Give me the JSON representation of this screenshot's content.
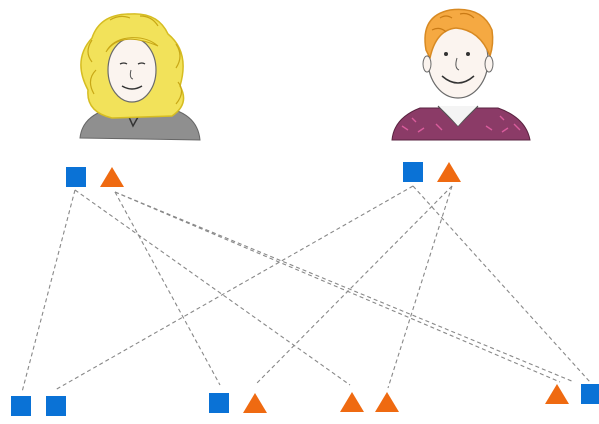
{
  "figure": {
    "parents": [
      {
        "id": "mother",
        "portrait": "woman-curly-blond-hair",
        "alleles": [
          "square",
          "triangle"
        ]
      },
      {
        "id": "father",
        "portrait": "man-short-hair-sweater",
        "alleles": [
          "square",
          "triangle"
        ]
      }
    ],
    "offspring": [
      {
        "id": "child-1",
        "alleles": [
          "square",
          "square"
        ]
      },
      {
        "id": "child-2",
        "alleles": [
          "square",
          "triangle"
        ]
      },
      {
        "id": "child-3",
        "alleles": [
          "triangle",
          "triangle"
        ]
      },
      {
        "id": "child-4",
        "alleles": [
          "triangle",
          "square"
        ]
      }
    ],
    "colors": {
      "square": "#0a72d6",
      "triangle": "#ef6a11",
      "line": "#888888"
    },
    "connector_style": "dashed",
    "icons": [
      "square-allele-icon",
      "triangle-allele-icon",
      "woman-portrait-icon",
      "man-portrait-icon"
    ]
  }
}
